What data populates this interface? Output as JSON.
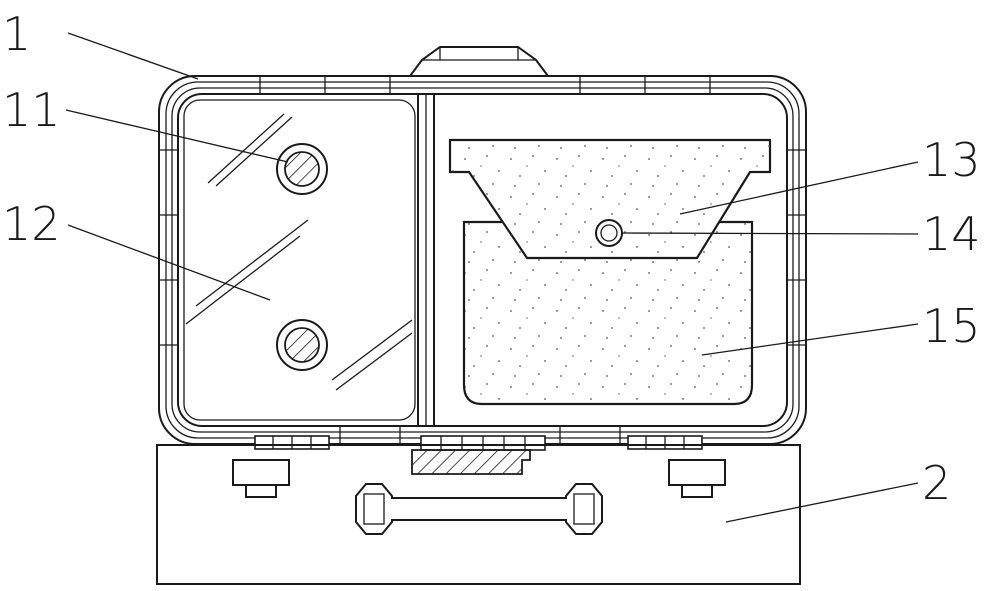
{
  "labels": {
    "l1": "1",
    "l11": "11",
    "l12": "12",
    "l13": "13",
    "l14": "14",
    "l15": "15",
    "l2": "2"
  }
}
